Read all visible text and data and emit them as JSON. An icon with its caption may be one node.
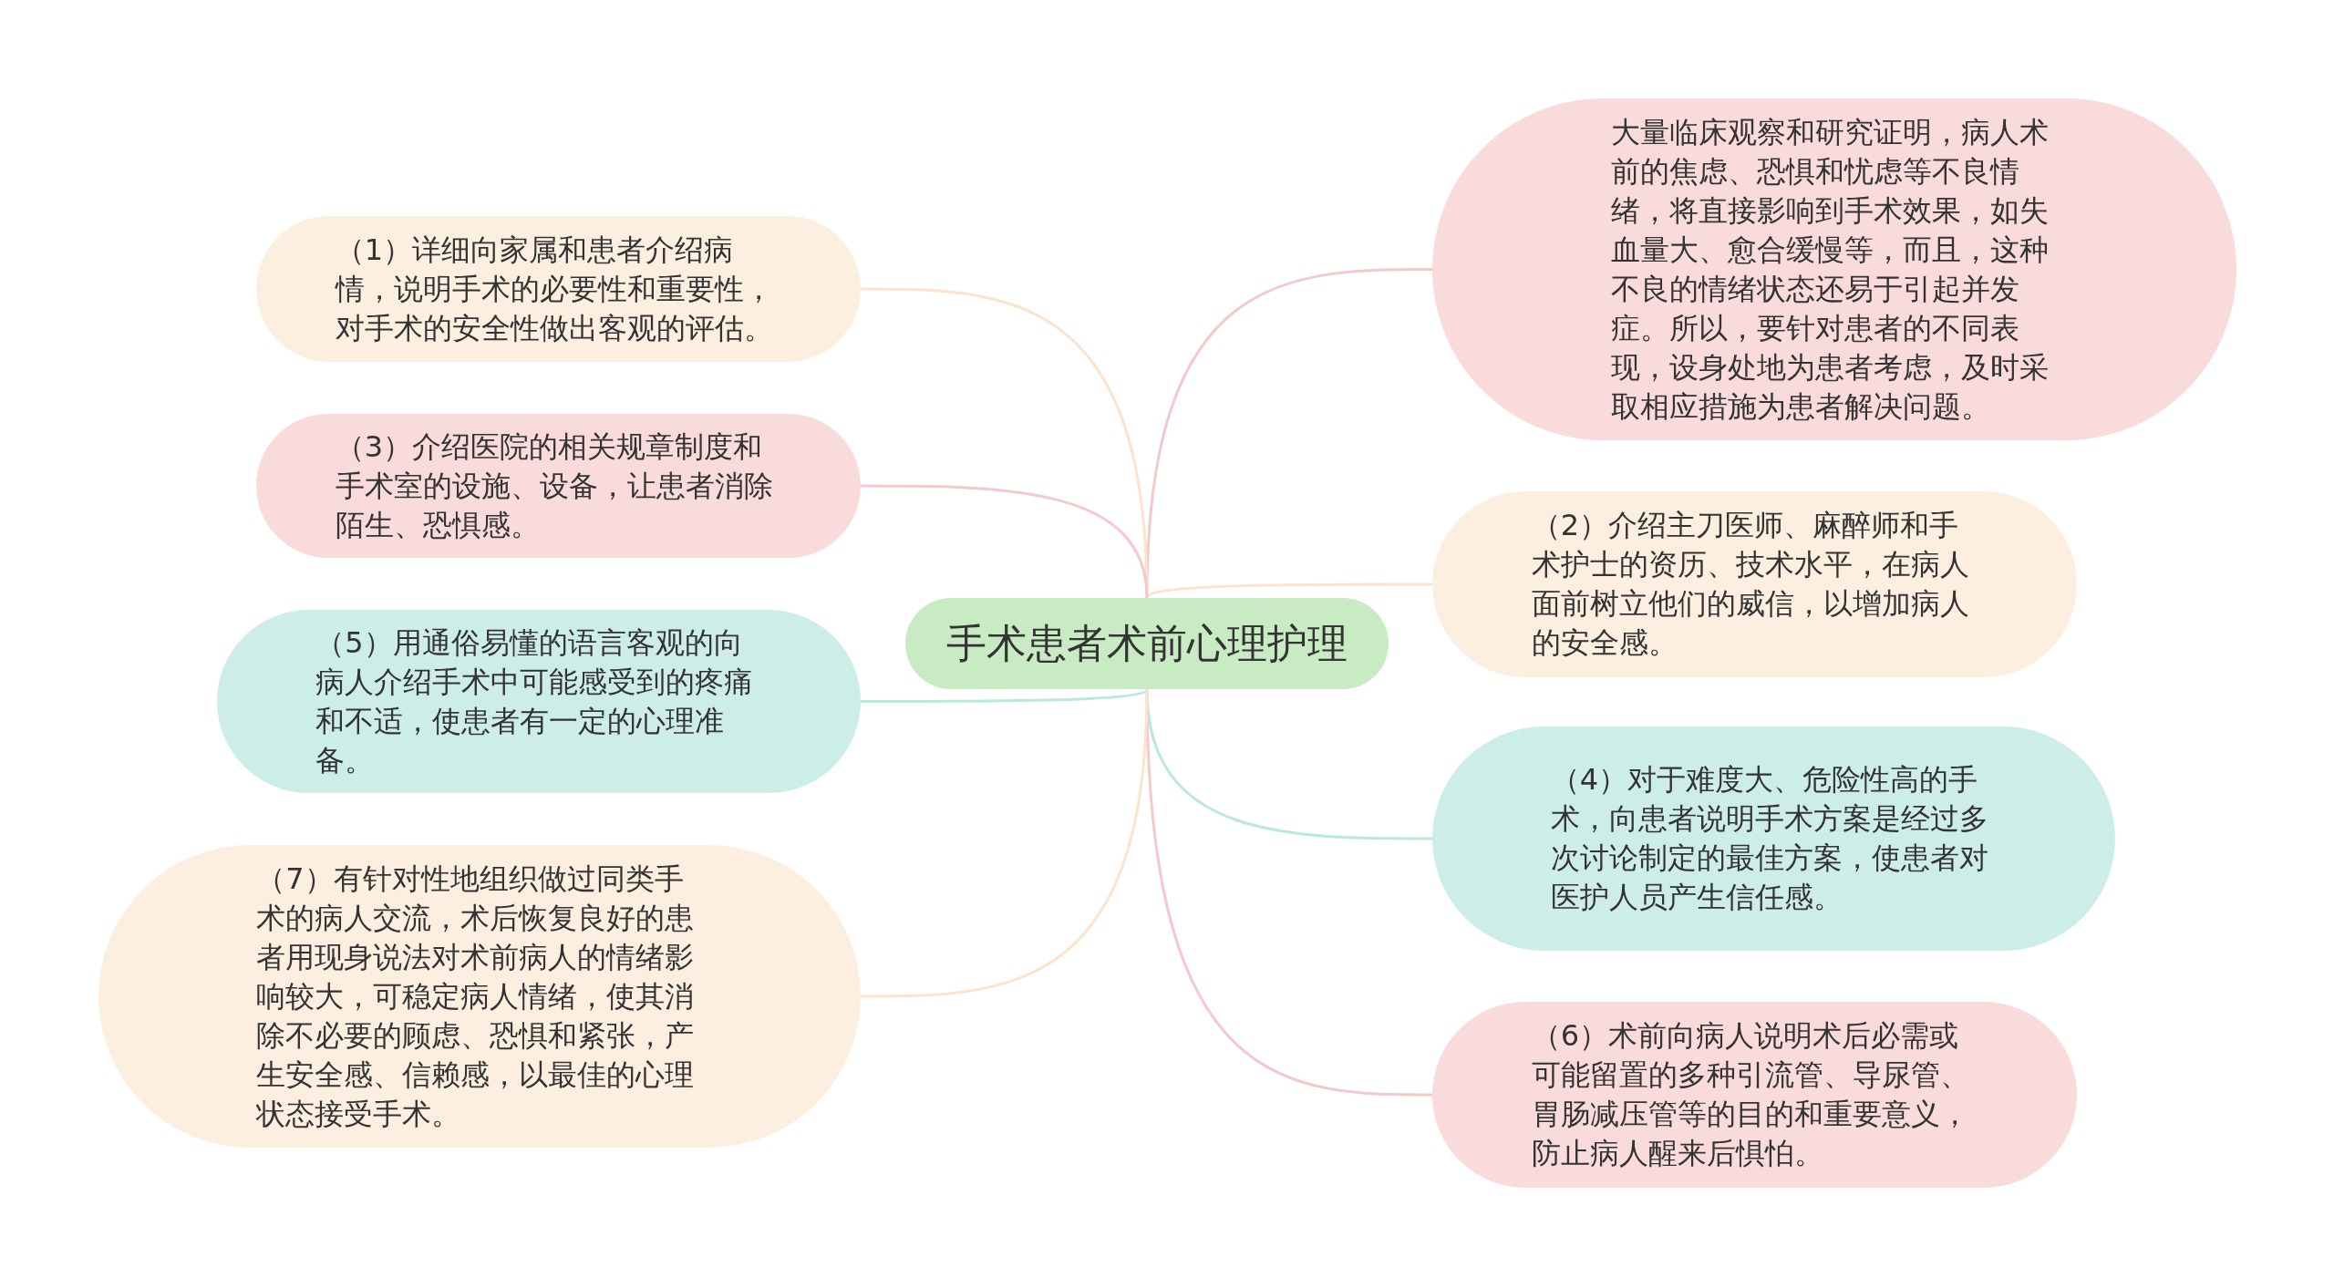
{
  "diagram": {
    "nodes": [
      {
        "text": [
          "手术患者术前心理护理"
        ]
      },
      {
        "text": [
          "大量临床观察和研究证明，病人术前的焦虑、恐惧和忧虑等不良情绪，将直接影响到手术效果，如失血量大、愈合缓慢等，而且，这种不良的情绪状态还易于引起并发症。所以，要针对患者的不同表现，设身处地为患者考虑，及时采取相应措施为患者解决问题。"
        ]
      },
      {
        "text": [
          "（1）详细向家属和患者介绍病情，说明手术的必要性和重要性，对手术的安全性做出客观的评估。"
        ]
      },
      {
        "text": [
          "（2）介绍主刀医师、麻醉师和手术护士的资历、技术水平，在病人面前树立他们的威信，以增加病人的安全感。"
        ]
      },
      {
        "text": [
          "（3）介绍医院的相关规章制度和手术室的设施、设备，让患者消除陌生、恐惧感。"
        ]
      },
      {
        "text": [
          "（4）对于难度大、危险性高的手术，向患者说明手术方案是经过多次讨论制定的最佳方案，使患者对医护人员产生信任感。"
        ]
      },
      {
        "text": [
          "（5）用通俗易懂的语言客观的向病人介绍手术中可能感受到的疼痛和不适，使患者有一定的心理准备。"
        ]
      },
      {
        "text": [
          "（6）术前向病人说明术后必需或可能留置的多种引流管、导尿管、胃肠减压管等的目的和重要意义，防止病人醒来后惧怕。"
        ]
      },
      {
        "text": [
          "（7）有针对性地组织做过同类手术的病人交流，术后恢复良好的患者用现身说法对术前病人的情绪影响较大，可稳定病人情绪，使其消除不必要的顾虑、恐惧和紧张，产生安全感、信赖感，以最佳的心理状态接受手术。"
        ]
      }
    ],
    "edges": [
      {
        "from": 0,
        "to": 1,
        "arrow": "none",
        "color": "#f5c9c9"
      },
      {
        "from": 0,
        "to": 2,
        "arrow": "none",
        "color": "#fbe3cc"
      },
      {
        "from": 0,
        "to": 3,
        "arrow": "none",
        "color": "#fbe3cc"
      },
      {
        "from": 0,
        "to": 4,
        "arrow": "none",
        "color": "#f5c9c9"
      },
      {
        "from": 0,
        "to": 5,
        "arrow": "none",
        "color": "#b9e8de"
      },
      {
        "from": 0,
        "to": 6,
        "arrow": "none",
        "color": "#b9e8de"
      },
      {
        "from": 0,
        "to": 7,
        "arrow": "none",
        "color": "#f5c9c9"
      },
      {
        "from": 0,
        "to": 8,
        "arrow": "none",
        "color": "#fbe3cc"
      }
    ]
  }
}
